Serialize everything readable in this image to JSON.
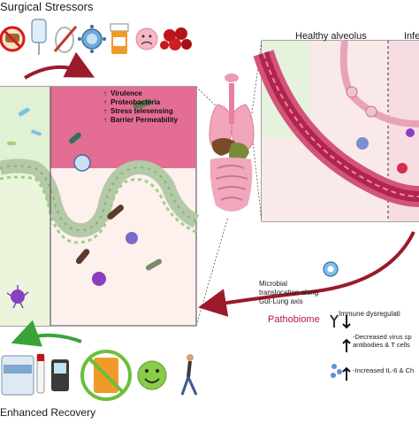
{
  "labels": {
    "surgical_stressors": "Surgical Stressors",
    "enhanced_recovery": "Enhanced Recovery",
    "healthy_alveolus": "Healthy alveolus",
    "infected_alveolus": "Infe",
    "pathobiome": "Pathobiome",
    "microbial_translocation": "Microbial translocation along Gut-Lung axis",
    "immune_dysregulation": "Immune dysregulati",
    "decreased_antibodies": "-Decreased virus sp antibodies & T cells",
    "increased_il6": "-Increased IL-6 & Ch"
  },
  "pathobiome_effects": [
    {
      "arrow": "↑",
      "text": "Virulence"
    },
    {
      "arrow": "↑",
      "text": "Proteobacteria"
    },
    {
      "arrow": "↑",
      "text": "Stress telesensing"
    },
    {
      "arrow": "↑",
      "text": "Barrier Permeability"
    }
  ],
  "icons": {
    "stressors": [
      "no-food-icon",
      "iv-bag-icon",
      "scalpel-icon",
      "virus-icon",
      "pill-bottle-icon",
      "sad-face-icon",
      "blood-cells-icon"
    ],
    "recovery": [
      "probiotic-tub-icon",
      "blood-tube-icon",
      "glucometer-icon",
      "no-opioid-icon",
      "happy-face-icon",
      "walking-person-icon"
    ]
  },
  "colors": {
    "tissue_pink": "#e98aa7",
    "pale_pink": "#f7e3e6",
    "healthy_green": "#e6f2dc",
    "arrow_red": "#9b1b2a",
    "recovery_green": "#3aa33a",
    "stomach_green": "#7a8a3a"
  }
}
